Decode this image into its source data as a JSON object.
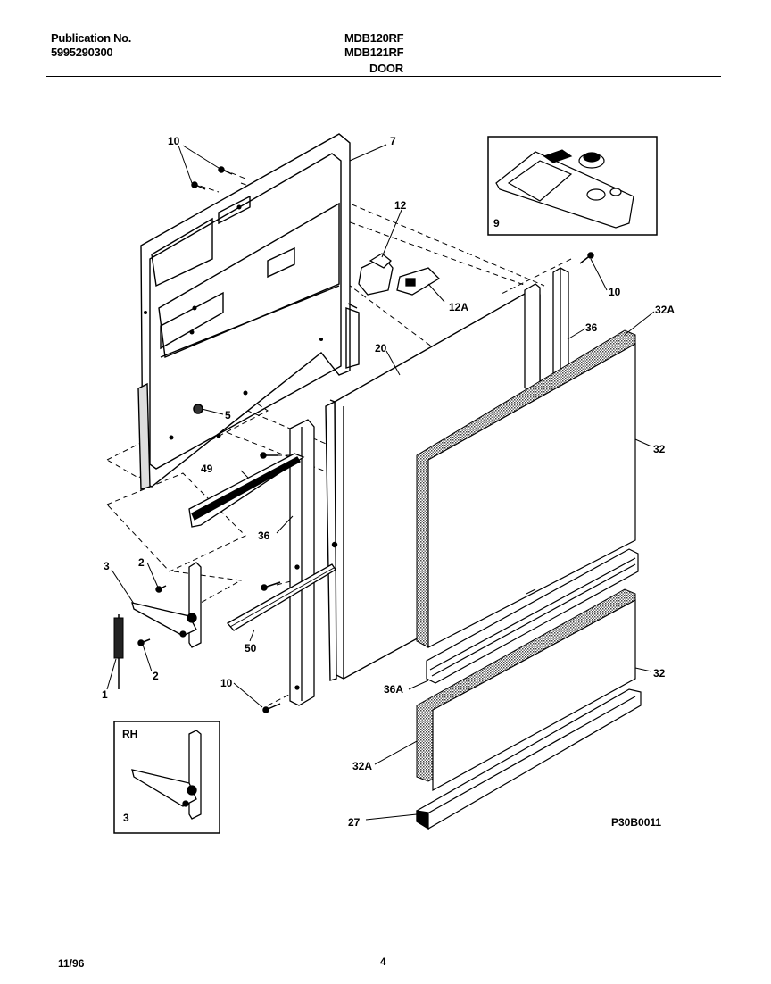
{
  "header": {
    "pub_label": "Publication No.",
    "pub_number": "5995290300",
    "model_1": "MDB120RF",
    "model_2": "MDB121RF",
    "section_title": "DOOR"
  },
  "callouts": {
    "c10a": "10",
    "c7": "7",
    "c12": "12",
    "c12a": "12A",
    "c9": "9",
    "c10b": "10",
    "c32a_top": "32A",
    "c36_top": "36",
    "c20": "20",
    "c5": "5",
    "c32_top": "32",
    "c49": "49",
    "c36_mid": "36",
    "c3": "3",
    "c2_top": "2",
    "c2_bot": "2",
    "c1": "1",
    "c50": "50",
    "c10c": "10",
    "c36a": "36A",
    "c32_bot": "32",
    "c32a_bot": "32A",
    "c27": "27",
    "inset_rh": "RH",
    "inset_3": "3"
  },
  "drawing_number": "P30B0011",
  "footer": {
    "date": "11/96",
    "page": "4"
  }
}
